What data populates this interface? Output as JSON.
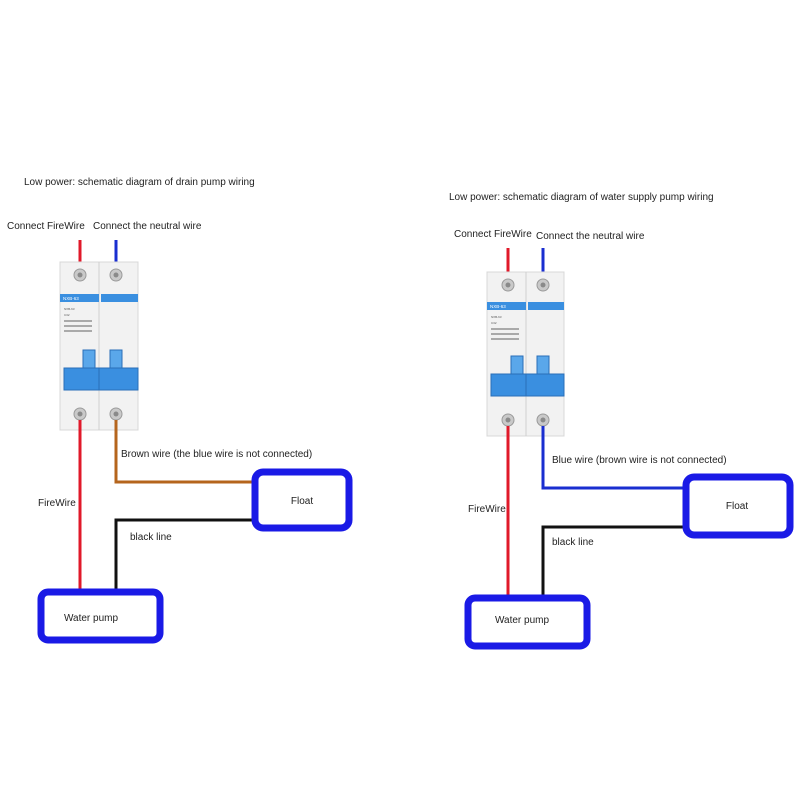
{
  "left": {
    "title": "Low power: schematic diagram of drain pump wiring",
    "firewire_in_label": "Connect FireWire",
    "neutral_in_label": "Connect the neutral wire",
    "breaker_model": "NXB-63",
    "breaker_rating": "C32",
    "out_wire_label": "Brown wire (the blue wire is not connected)",
    "firewire_label": "FireWire",
    "black_line_label": "black line",
    "float_label": "Float",
    "pump_label": "Water pump",
    "out_wire_color": "#b5651d"
  },
  "right": {
    "title": "Low power: schematic diagram of water supply pump wiring",
    "firewire_in_label": "Connect FireWire",
    "neutral_in_label": "Connect the neutral wire",
    "breaker_model": "NXB-63",
    "breaker_rating": "C32",
    "out_wire_label": "Blue wire (brown wire is not connected)",
    "firewire_label": "FireWire",
    "black_line_label": "black line",
    "float_label": "Float",
    "pump_label": "Water pump",
    "out_wire_color": "#1a2ed0"
  },
  "colors": {
    "fire_wire": "#e0192a",
    "neutral_wire": "#1a2ed0",
    "black_wire": "#111111",
    "box_border": "#1a1ae6",
    "breaker_blue": "#3a8fe0"
  }
}
